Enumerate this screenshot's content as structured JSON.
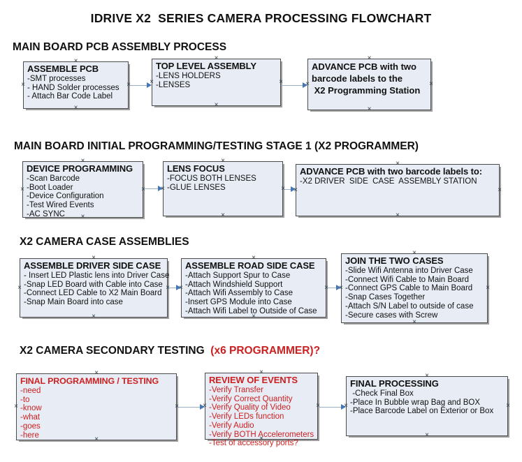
{
  "title": "IDRIVE X2  SERIES CAMERA PROCESSING FLOWCHART",
  "icons": {
    "anchor": "×"
  },
  "colors": {
    "box_fill": "#e7ecf5",
    "box_border": "#4b4b4b",
    "shadow": "#9e9e9e",
    "red_text": "#cc2020",
    "arrow_line": "#9bafc6",
    "arrow_head": "#4577b6",
    "anchor": "#2e3e4b",
    "text": "#111111"
  },
  "sections": [
    {
      "heading": "MAIN BOARD PCB ASSEMBLY PROCESS",
      "heading_suffix": ""
    },
    {
      "heading": "MAIN BOARD INITIAL PROGRAMMING/TESTING STAGE 1 (X2 PROGRAMMER)",
      "heading_suffix": ""
    },
    {
      "heading": "X2 CAMERA CASE ASSEMBLIES",
      "heading_suffix": ""
    },
    {
      "heading": "X2 CAMERA SECONDARY TESTING ",
      "heading_suffix": " (x6 PROGRAMMER)?"
    }
  ],
  "boxes": {
    "assemble_pcb": {
      "title": "ASSEMBLE PCB",
      "items": [
        "-SMT processes",
        "- HAND Solder processes",
        "- Attach Bar Code Label"
      ]
    },
    "top_level_assembly": {
      "title": "TOP LEVEL ASSEMBLY",
      "items": [
        "-LENS HOLDERS",
        "-LENSES"
      ]
    },
    "advance_pcb_1": {
      "title_lines": [
        "ADVANCE PCB with two",
        "barcode labels to the",
        " X2 Programming Station"
      ]
    },
    "device_programming": {
      "title": "DEVICE PROGRAMMING",
      "items": [
        "-Scan Barcode",
        "-Boot Loader",
        "-Device Configuration",
        "-Test Wired Events",
        "-AC SYNC"
      ]
    },
    "lens_focus": {
      "title": "LENS FOCUS",
      "items": [
        "-FOCUS BOTH LENSES",
        "-GLUE LENSES"
      ]
    },
    "advance_pcb_2": {
      "title": "ADVANCE PCB with two barcode labels to:",
      "items": [
        "-X2 DRIVER  SIDE  CASE  ASSEMBLY STATION"
      ]
    },
    "assemble_driver_side_case": {
      "title": "ASSEMBLE DRIVER SIDE CASE",
      "items": [
        "- Insert LED Plastic lens into Driver Case",
        "-Snap LED Board with Cable into Case",
        "-Connect LED Cable to X2 Main Board",
        "-Snap Main Board into case"
      ]
    },
    "assemble_road_side_case": {
      "title": "ASSEMBLE ROAD SIDE CASE",
      "items": [
        "-Attach Support Spur to Case",
        "-Attach Windshield Support",
        "-Attach Wifi Assembly to Case",
        "-Insert GPS Module into Case",
        "-Attach Wifi Label to Outside of Case"
      ]
    },
    "join_the_two_cases": {
      "title": "JOIN THE TWO CASES",
      "items": [
        "-Slide Wifi Antenna into Driver Case",
        "-Connect Wifi Cable to Main Board",
        "-Connect GPS Cable to Main Board",
        "-Snap Cases Together",
        "-Attach S/N Label to outside of case",
        "-Secure cases with Screw"
      ]
    },
    "final_programming_testing": {
      "title": "FINAL PROGRAMMING / TESTING",
      "items": [
        "-need",
        "-to",
        "-know",
        "-what",
        "-goes",
        "-here"
      ]
    },
    "review_of_events": {
      "title": "REVIEW OF EVENTS",
      "items": [
        "-Verify Transfer",
        "-Verify Correct Quantity",
        "-Verify Quality of Video",
        "-Verify LEDs function",
        "-Verify Audio",
        "-Verify BOTH Accelerometers",
        "-Test of accessory ports?"
      ]
    },
    "final_processing": {
      "title": "FINAL PROCESSING",
      "items": [
        " -Check Final Box",
        "-Place In Bubble wrap Bag and BOX",
        "-Place Barcode Label on Exterior or Box"
      ]
    }
  },
  "flow": [
    {
      "from": "assemble_pcb",
      "to": "top_level_assembly"
    },
    {
      "from": "top_level_assembly",
      "to": "advance_pcb_1"
    },
    {
      "from": "device_programming",
      "to": "lens_focus"
    },
    {
      "from": "lens_focus",
      "to": "advance_pcb_2"
    },
    {
      "from": "assemble_driver_side_case",
      "to": "assemble_road_side_case"
    },
    {
      "from": "assemble_road_side_case",
      "to": "join_the_two_cases"
    },
    {
      "from": "final_programming_testing",
      "to": "review_of_events"
    },
    {
      "from": "review_of_events",
      "to": "final_processing"
    }
  ]
}
